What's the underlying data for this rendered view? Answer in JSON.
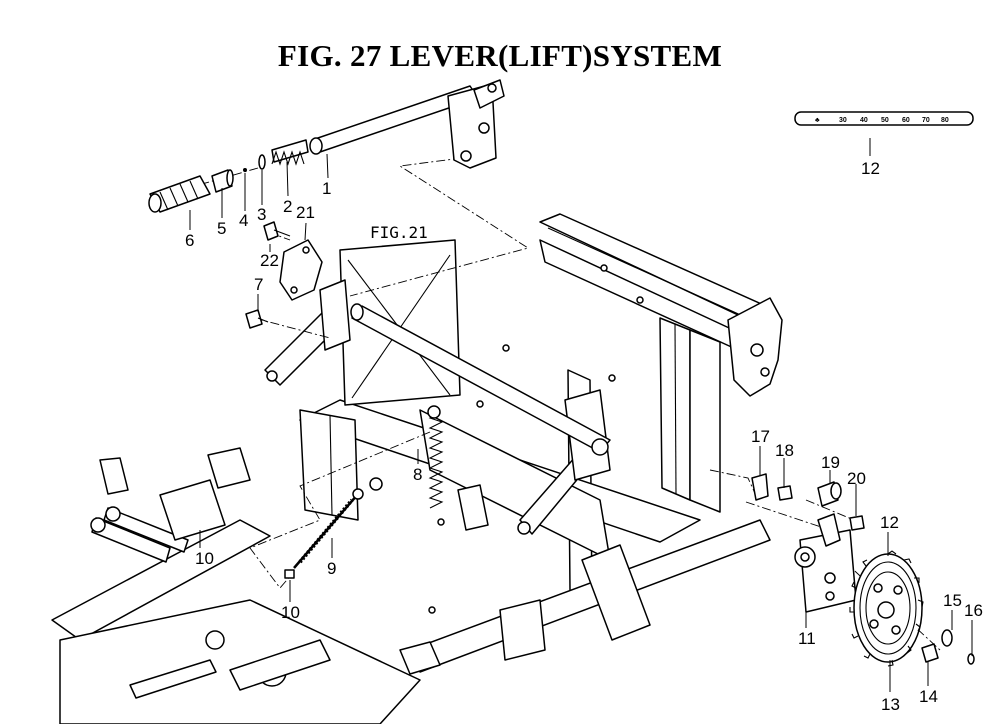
{
  "figure": {
    "title": "FIG. 27  LEVER(LIFT)SYSTEM",
    "reference": "FIG.21",
    "scale_plate": {
      "symbol": "♣",
      "marks": [
        "30",
        "40",
        "50",
        "60",
        "70",
        "80"
      ]
    }
  },
  "callouts": [
    "1",
    "2",
    "3",
    "4",
    "5",
    "6",
    "7",
    "8",
    "9",
    "10",
    "10",
    "11",
    "12",
    "12",
    "13",
    "14",
    "15",
    "16",
    "17",
    "18",
    "19",
    "20",
    "21",
    "22"
  ]
}
